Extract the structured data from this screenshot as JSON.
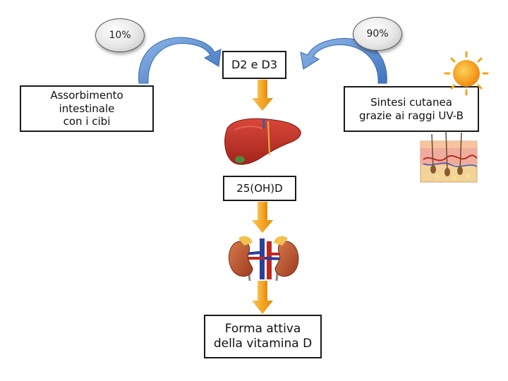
{
  "percent_intestinal": "10%",
  "percent_skin": "90%",
  "box_intestinal": "Assorbimento\nintestinale\ncon i cibi",
  "box_skin": "Sintesi cutanea\ngrazie ai raggi UV-B",
  "box_vitamins": "D2 e D3",
  "box_25ohd": "25(OH)D",
  "box_active": "Forma attiva\ndella vitamina D",
  "colors": {
    "curved_arrow": "#5b8fcf",
    "down_arrow": "#f5a623",
    "liver": "#c0392b",
    "sun": "#f7a21b"
  },
  "icons": [
    "liver-icon",
    "kidneys-icon",
    "sun-icon",
    "skin-cross-section-icon"
  ]
}
